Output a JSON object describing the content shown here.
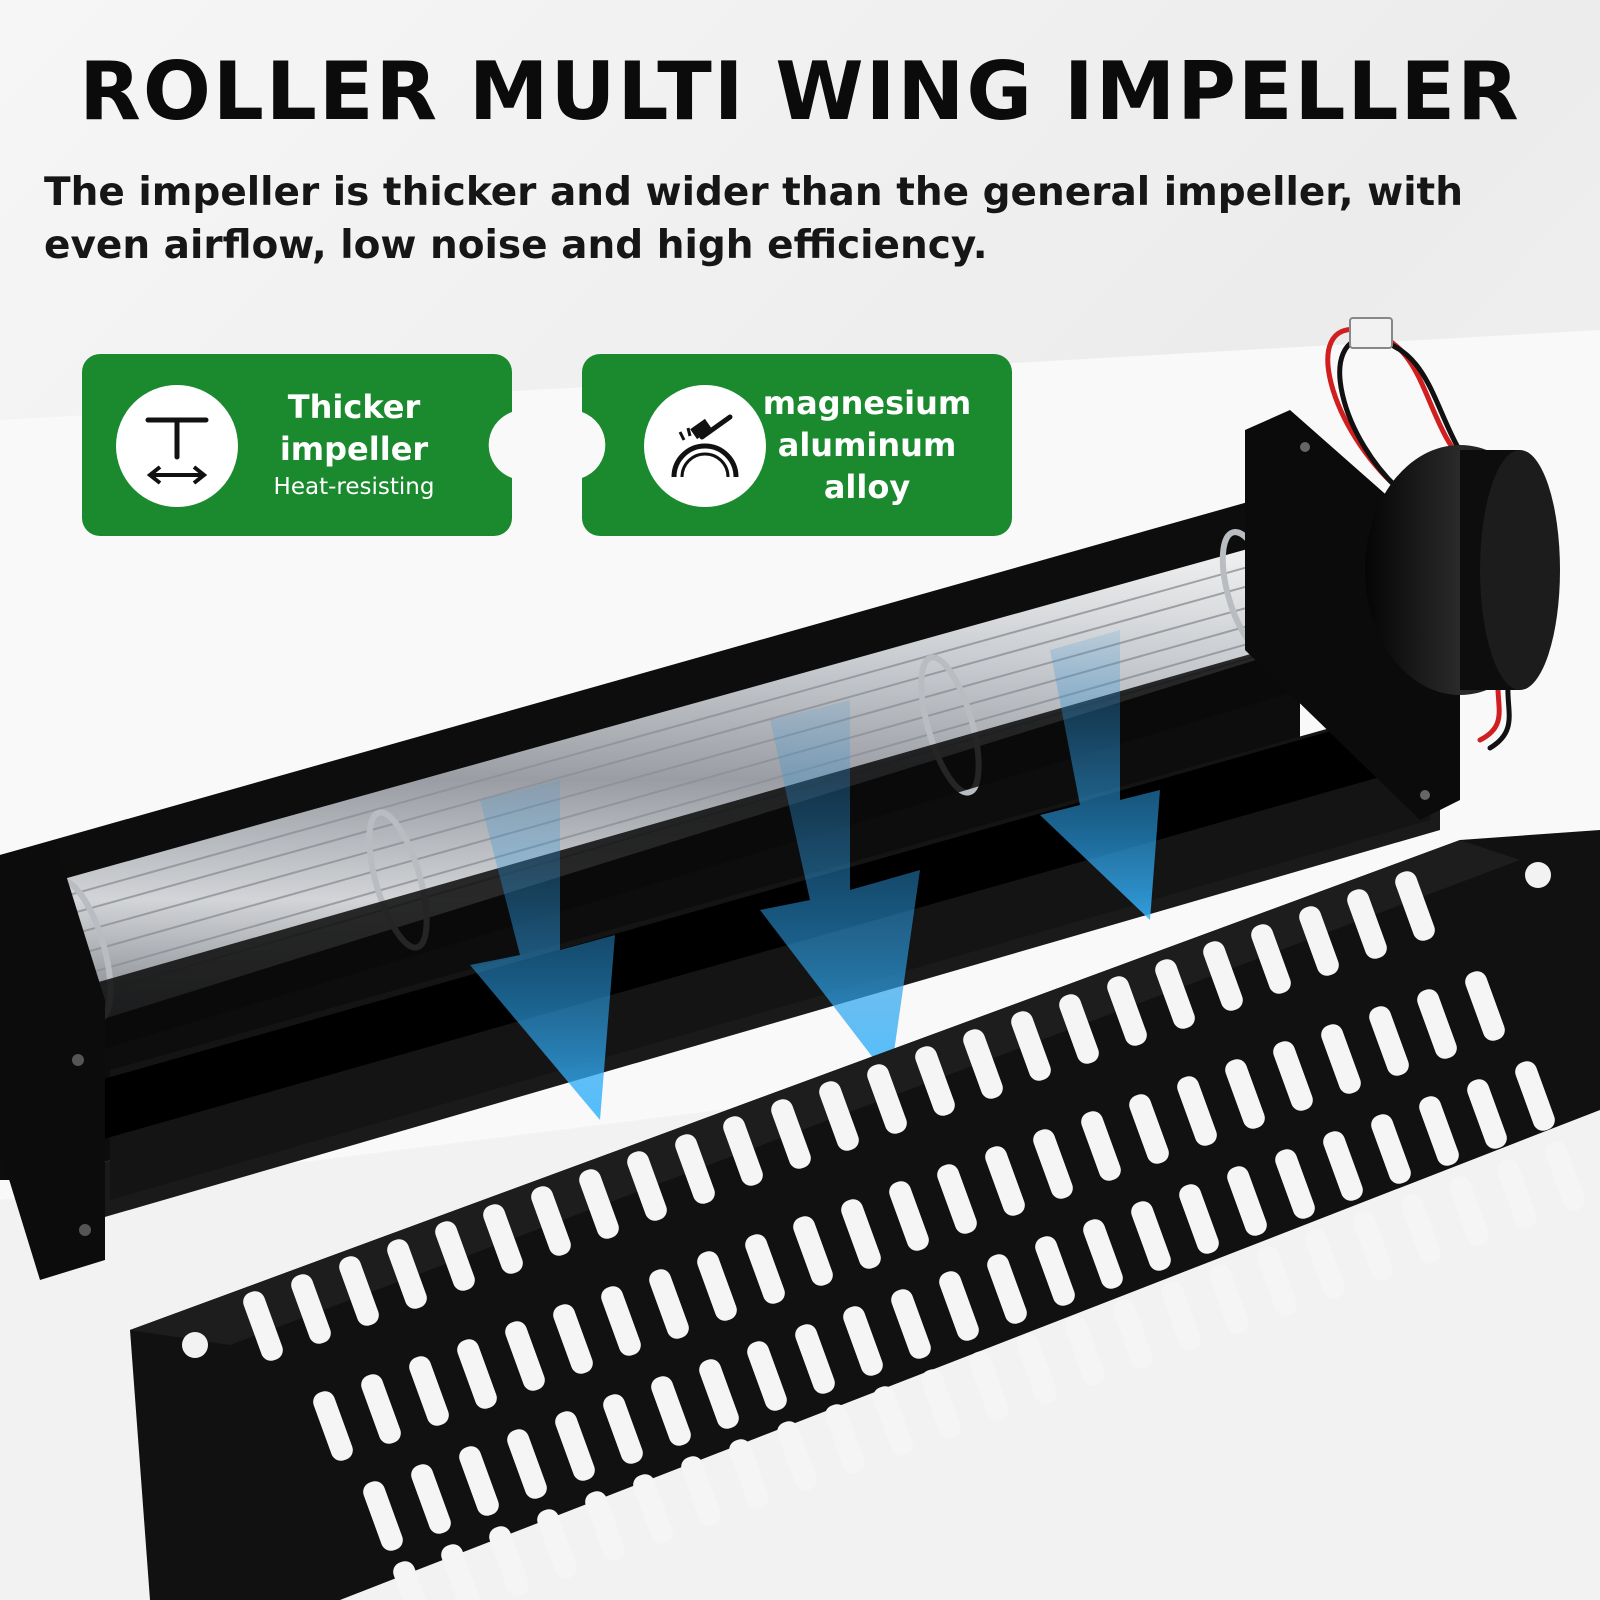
{
  "headline": "ROLLER MULTI WING IMPELLER",
  "subtitle": "The impeller is thicker and wider than the general impeller, with even airflow, low noise and high efficiency.",
  "features": [
    {
      "icon": "thickness-arrow-icon",
      "lines": [
        "Thicker",
        "impeller"
      ],
      "caption": "Heat-resisting"
    },
    {
      "icon": "hammer-forging-icon",
      "lines": [
        "magnesium",
        "aluminum",
        "alloy"
      ]
    }
  ],
  "colors": {
    "badge_green": "#1b8a2e",
    "headline": "#0b0b0b",
    "background": "#f3f3f3"
  }
}
